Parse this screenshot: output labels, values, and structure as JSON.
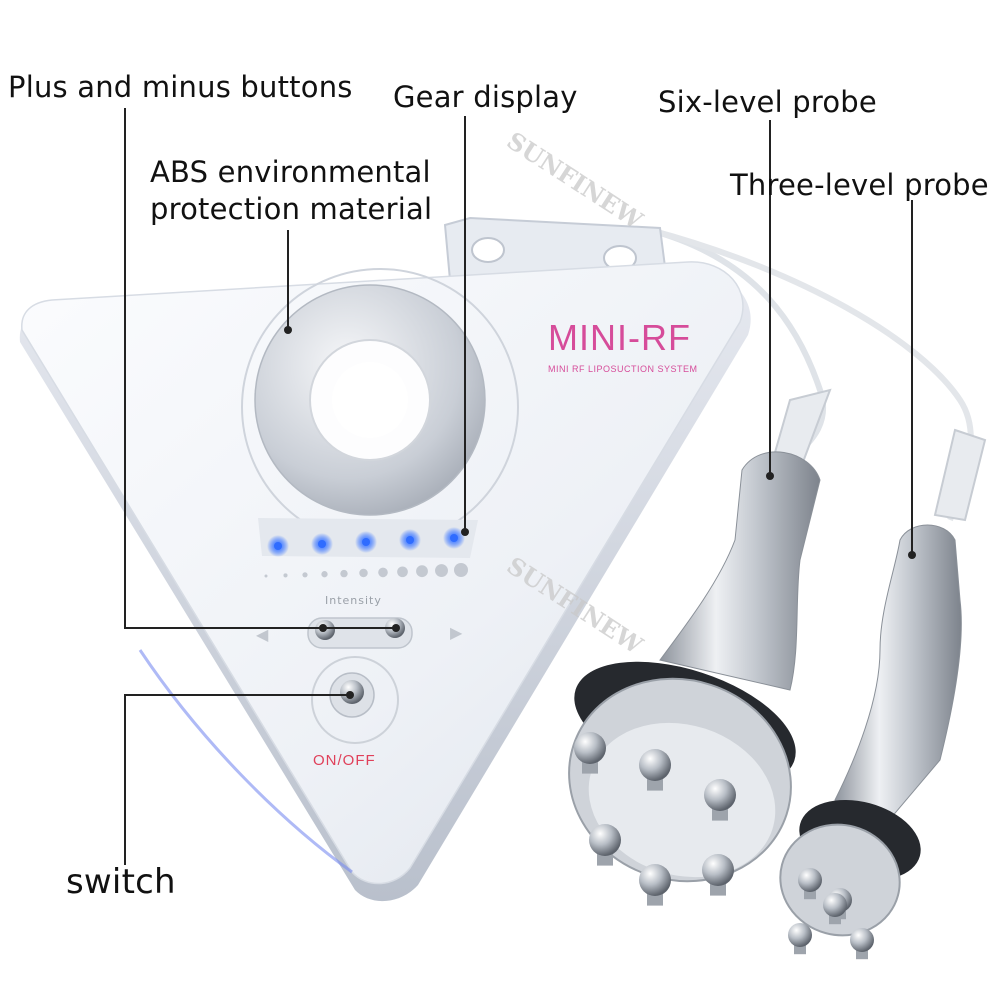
{
  "labels": {
    "plus_minus": "Plus and minus buttons",
    "gear_display": "Gear display",
    "abs_line1": "ABS environmental",
    "abs_line2": "protection material",
    "six_level": "Six-level probe",
    "three_level": "Three-level probe",
    "switch": "switch"
  },
  "device": {
    "brand": "MINI-RF",
    "subtitle": "MINI RF LIPOSUCTION SYSTEM",
    "intensity_label": "Intensity",
    "power_label": "ON/OFF",
    "intensity_level": 5,
    "intensity_max": 10
  },
  "watermark": "SUNFINEW",
  "colors": {
    "brand_pink": "#d64c9a",
    "led_blue": "#2f6cff",
    "power_red": "#e0405a",
    "device_body": "#f4f6fa",
    "leader_line": "#222222"
  }
}
